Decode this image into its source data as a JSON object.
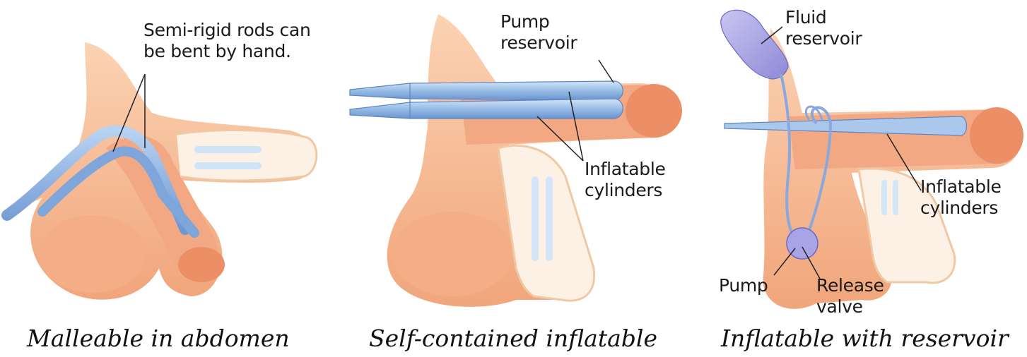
{
  "panels": [
    {
      "caption": "Malleable in abdomen",
      "labels": {
        "rods": "Semi-rigid rods can\nbe bent by hand."
      }
    },
    {
      "caption": "Self-contained inflatable",
      "labels": {
        "pump_reservoir": "Pump\nreservoir",
        "cylinders": "Inflatable\ncylinders"
      }
    },
    {
      "caption": "Inflatable with reservoir",
      "labels": {
        "fluid_reservoir": "Fluid\nreservoir",
        "cylinders": "Inflatable\ncylinders",
        "pump": "Pump",
        "release_valve": "Release\nvalve"
      }
    }
  ],
  "colors": {
    "skin": "#f6b98f",
    "skin_dark": "#ec8f66",
    "skin_light": "#fcdcc2",
    "implant": "#8fb7e4",
    "implant_dark": "#5c86c6",
    "reservoir": "#a9a6e6"
  }
}
